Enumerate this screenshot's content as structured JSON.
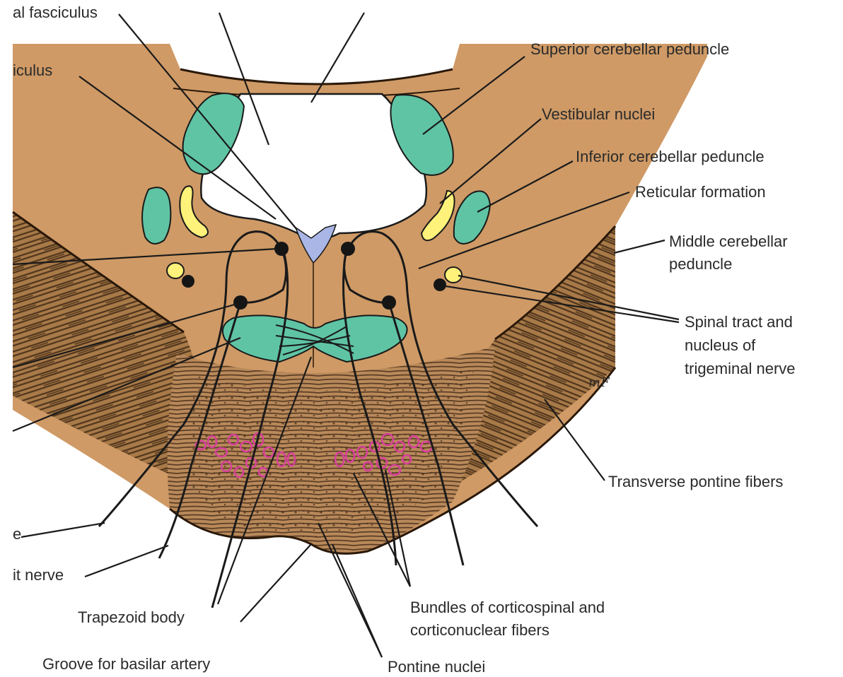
{
  "colors": {
    "tissue": "#cf9a66",
    "tissue_dark": "#3a2412",
    "ventricle": "#ffffff",
    "nucleus_green": "#5fc4a4",
    "nucleus_yellow": "#fff27a",
    "midline_blue": "#a9b6e6",
    "pontine_pink": "#d83f9c",
    "line": "#1a1a1a",
    "dot": "#151515"
  },
  "labels": {
    "medial_fasciculus": "al fasciculus",
    "fasciculus_2": "iculus",
    "superior_cerebellar_peduncle": "Superior cerebellar peduncle",
    "vestibular_nuclei": "Vestibular nuclei",
    "inferior_cerebellar_peduncle": "Inferior cerebellar peduncle",
    "reticular_formation": "Reticular formation",
    "middle_cerebellar_peduncle": [
      "Middle cerebellar",
      "peduncle"
    ],
    "spinal_tract_trigeminal": [
      "Spinal tract and",
      "nucleus of",
      "trigeminal nerve"
    ],
    "transverse_pontine_fibers": "Transverse pontine fibers",
    "left_nerve_cut": "e",
    "abducent_nerve_cut": "it nerve",
    "trapezoid_body": "Trapezoid body",
    "bundles_corticospinal": [
      "Bundles of corticospinal and",
      "corticonuclear fibers"
    ],
    "groove_basilar_artery": "Groove for basilar artery",
    "pontine_nuclei": "Pontine nuclei",
    "signature": "mF"
  }
}
